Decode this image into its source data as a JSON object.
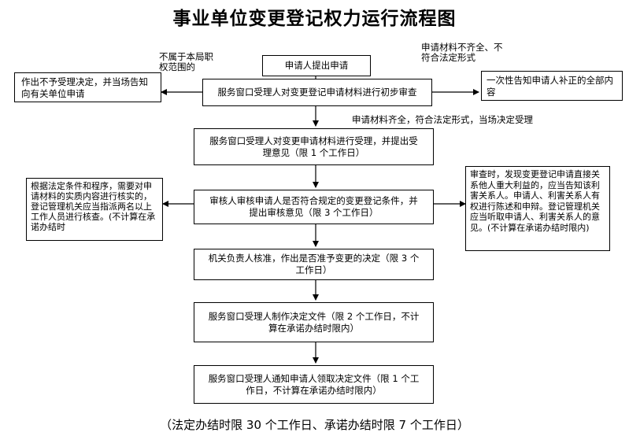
{
  "title": "事业单位变更登记权力运行流程图",
  "nodes": {
    "apply": "申请人提出申请",
    "initial_review": "服务窗口受理人对变更登记申请材料进行初步审查",
    "reject": "作出不予受理决定，并当场告知向有关单位申请",
    "notify_supplement": "一次性告知申请人补正的全部内容",
    "accept": "服务窗口受理人对变更申请材料进行受理，并提出受理意见（限 1 个工作日）",
    "audit": "审核人审核申请人是否符合规定的变更登记条件，并提出审核意见（限 3 个工作日）",
    "verify_note": "根据法定条件和程序，需要对申请材料的实质内容进行核实的，登记管理机关应当指派两名以上工作人员进行核查。(不计算在承诺办结时",
    "hearing_note": "审查时，发现变更登记申请直接关系他人重大利益的，应当告知该利害关系人。申请人、利害关系人有权进行陈述和申辩。登记管理机关应当听取申请人、利害关系人的意见。(不计算在承诺办结时限内)",
    "decision": "机关负责人核准，作出是否准予变更的决定（限 3 个工作日）",
    "document": "服务窗口受理人制作决定文件（限 2 个工作日，不计算在承诺办结时限内）",
    "notify_pickup": "服务窗口受理人通知申请人领取决定文件（限 1 个工作日，不计算在承诺办结时限内）"
  },
  "labels": {
    "not_belong": "不属于本局职权范围的",
    "incomplete": "申请材料不齐全、不符合法定形式",
    "complete": "申请材料齐全，符合法定形式，当场决定受理"
  },
  "footer": "（法定办结时限 30 个工作日、承诺办结时限 7 个工作日）"
}
